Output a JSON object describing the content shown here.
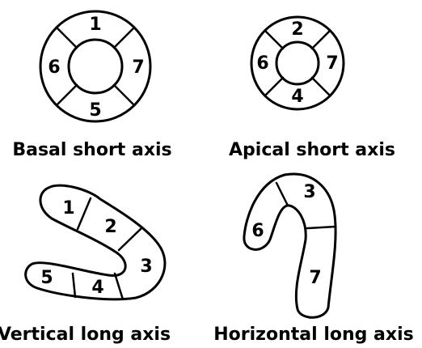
{
  "diagrams": {
    "basal_short_axis": {
      "caption": "Basal short axis",
      "segments": {
        "top": "1",
        "left": "6",
        "right": "7",
        "bottom": "5"
      }
    },
    "apical_short_axis": {
      "caption": "Apical short axis",
      "segments": {
        "top": "2",
        "left": "6",
        "right": "7",
        "bottom": "4"
      }
    },
    "vertical_long_axis": {
      "caption": "Vertical long axis",
      "segments": {
        "s1": "1",
        "s2": "2",
        "s3": "3",
        "s4": "4",
        "s5": "5"
      }
    },
    "horizontal_long_axis": {
      "caption": "Horizontal long axis",
      "segments": {
        "s3": "3",
        "s6": "6",
        "s7": "7"
      }
    }
  }
}
